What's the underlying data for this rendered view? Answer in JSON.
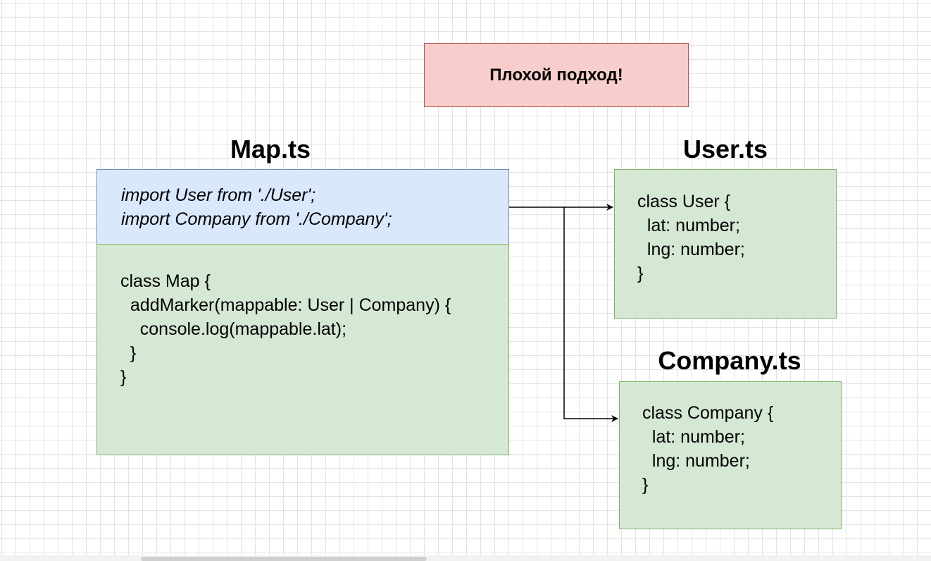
{
  "banner": {
    "text": "Плохой подход!"
  },
  "map_file": {
    "name": "Map.ts",
    "imports": [
      "import User from './User';",
      "import Company from './Company';"
    ],
    "code": [
      "class Map {",
      "  addMarker(mappable: User | Company) {",
      "    console.log(mappable.lat);",
      "  }",
      "}"
    ]
  },
  "user_file": {
    "name": "User.ts",
    "code": [
      "class User {",
      "  lat: number;",
      "  lng: number;",
      "}"
    ]
  },
  "company_file": {
    "name": "Company.ts",
    "code": [
      "class Company {",
      "  lat: number;",
      "  lng: number;",
      "}"
    ]
  },
  "colors": {
    "banner_fill": "#f8cecc",
    "banner_stroke": "#b85450",
    "import_fill": "#dae8fc",
    "import_stroke": "#6c8ebf",
    "class_fill": "#d5e8d4",
    "class_stroke": "#82b366"
  }
}
